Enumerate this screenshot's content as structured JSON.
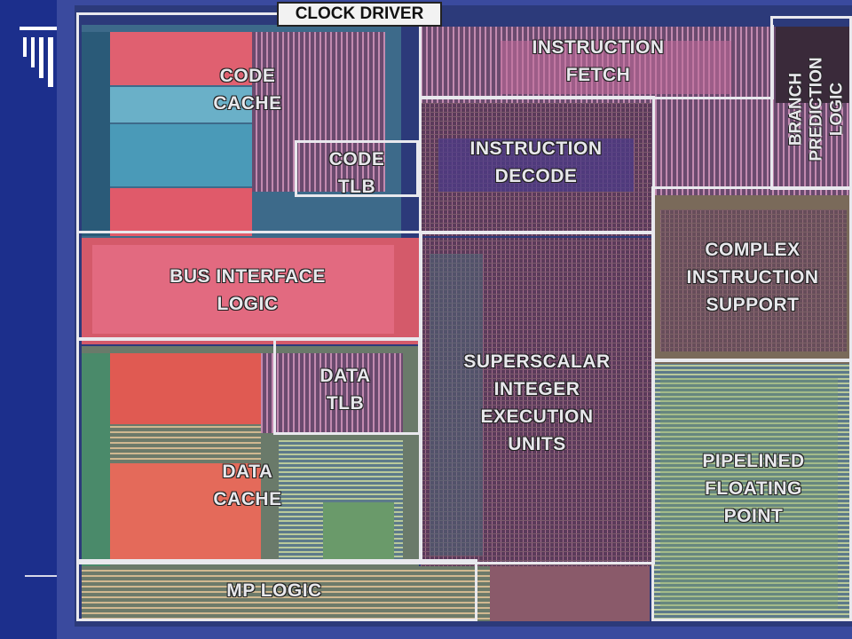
{
  "colors": {
    "slide_background": "#1c2f8c",
    "frame": "#e9e9ee"
  },
  "labels": {
    "clock_driver": "CLOCK DRIVER",
    "code_cache": [
      "CODE",
      "CACHE"
    ],
    "code_tlb": [
      "CODE",
      "TLB"
    ],
    "instruction_fetch": [
      "INSTRUCTION",
      "FETCH"
    ],
    "branch_prediction": [
      "BRANCH",
      "PREDICTION",
      "LOGIC"
    ],
    "instruction_decode": [
      "INSTRUCTION",
      "DECODE"
    ],
    "bus_interface": [
      "BUS INTERFACE",
      "LOGIC"
    ],
    "complex_instruction": [
      "COMPLEX",
      "INSTRUCTION",
      "SUPPORT"
    ],
    "data_tlb": [
      "DATA",
      "TLB"
    ],
    "superscalar": [
      "SUPERSCALAR",
      "INTEGER",
      "EXECUTION",
      "UNITS"
    ],
    "data_cache": [
      "DATA",
      "CACHE"
    ],
    "pipelined_fp": [
      "PIPELINED",
      "FLOATING",
      "POINT"
    ],
    "mp_logic": "MP LOGIC"
  }
}
